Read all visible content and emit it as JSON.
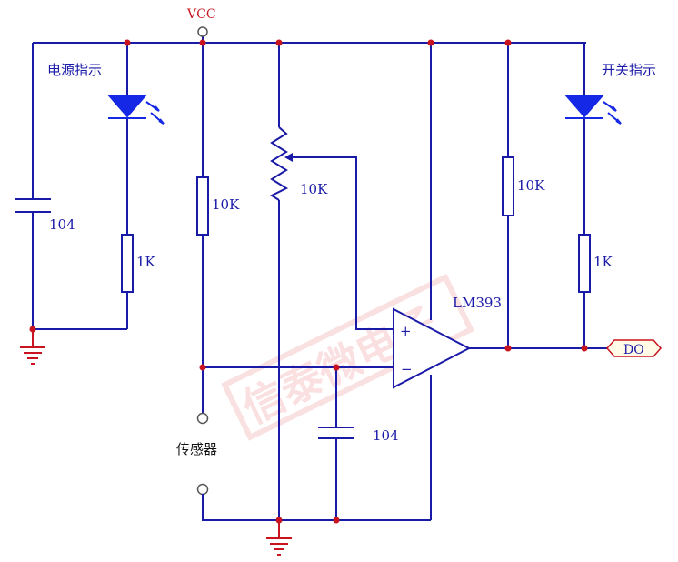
{
  "vcc_label": "VCC",
  "power_indicator_label": "电源指示",
  "switch_indicator_label": "开关指示",
  "sensor_label": "传感器",
  "comparator_label": "LM393",
  "output_label": "DO",
  "cap_left_value": "104",
  "cap_bottom_value": "104",
  "res_power_led_value": "1K",
  "res_sensor_pull_value": "10K",
  "pot_value": "10K",
  "res_pullup_out_value": "10K",
  "res_switch_led_value": "1K",
  "opamp_plus": "+",
  "opamp_minus": "−",
  "watermark_text": "信泰微电子",
  "colors": {
    "wire": "#1a1aa8",
    "node": "#c8141e",
    "led": "#1428e6",
    "watermark": "#f6c8c8"
  }
}
